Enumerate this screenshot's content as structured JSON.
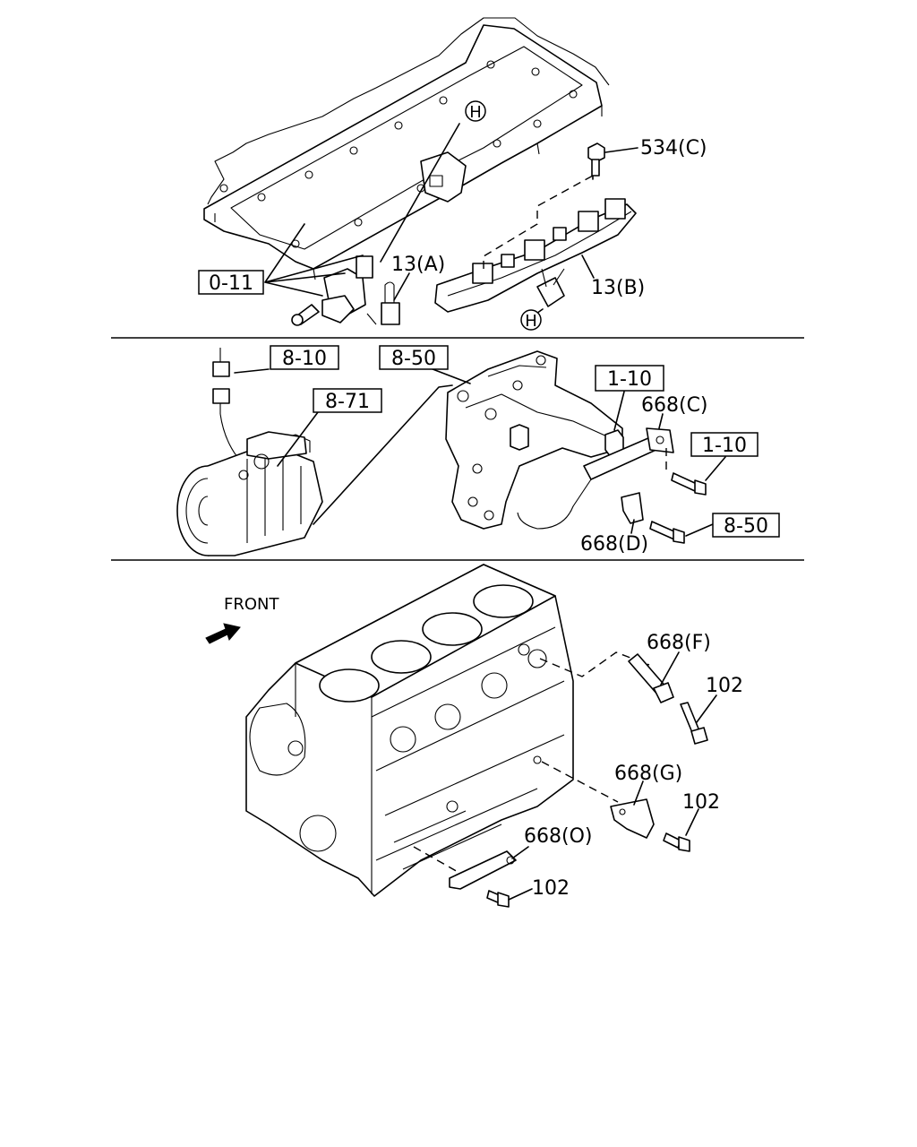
{
  "callouts": {
    "ref_0_11": "0-11",
    "p13a": "13(A)",
    "p13b": "13(B)",
    "p534c": "534(C)",
    "h_top": "H",
    "h_bottom": "H",
    "ref_8_10": "8-10",
    "ref_8_71": "8-71",
    "ref_8_50_top": "8-50",
    "ref_1_10_top": "1-10",
    "p668c": "668(C)",
    "ref_1_10_right": "1-10",
    "ref_8_50_right": "8-50",
    "p668d": "668(D)",
    "front": "FRONT",
    "p668f": "668(F)",
    "p102_a": "102",
    "p668g": "668(G)",
    "p102_b": "102",
    "p668o": "668(O)",
    "p102_c": "102"
  },
  "colors": {
    "line": "#000000",
    "background": "#ffffff"
  }
}
